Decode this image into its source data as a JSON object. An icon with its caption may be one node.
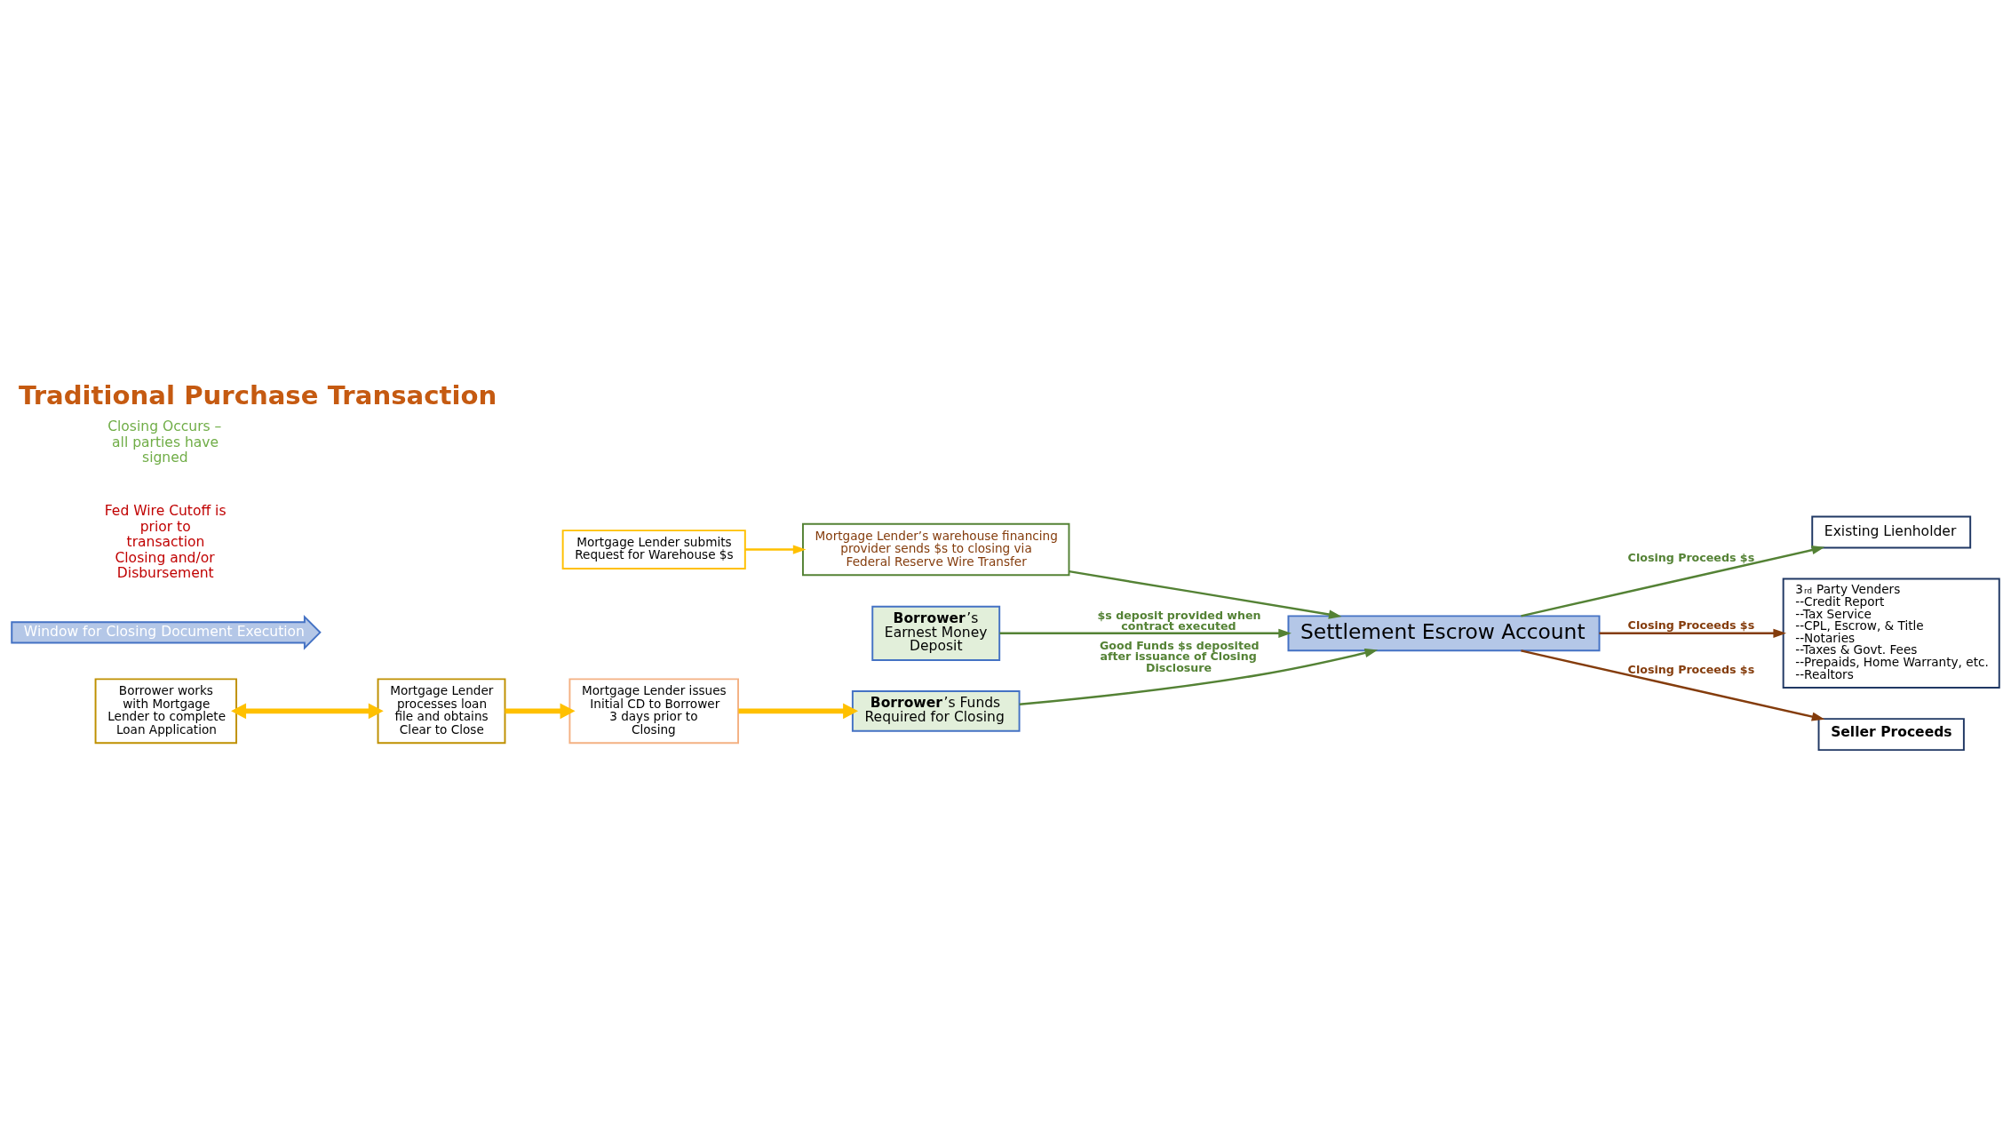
{
  "diagram": {
    "title": "Traditional Purchase Transaction",
    "nodes": [
      {
        "text": [
          "Mortgage Lender submits Request for Warehouse $s"
        ]
      },
      {
        "text": [
          "Mortgage Lender’s warehouse financing provider sends $s to closing via Federal Reserve Wire Transfer"
        ]
      },
      {
        "text": [
          "**Borrower**’s Earnest Money Deposit"
        ]
      },
      {
        "text": [
          "Settlement Escrow Account"
        ]
      },
      {
        "text": [
          "Existing Lienholder"
        ]
      },
      {
        "text": [
          "Borrower works with Mortgage Lender to complete Loan Application"
        ]
      },
      {
        "text": [
          "**Borrower**’s Funds Required for Closing"
        ]
      },
      {
        "text": [
          "3$^{rd}$ Party Venders",
          "--Credit Report",
          "--Tax Service",
          "--CPL, Escrow, & Title",
          "--Notaries",
          "--Taxes & Govt. Fees",
          "--Prepaids, Home Warranty, etc.",
          "--Realtors"
        ]
      },
      {
        "text": [
          "Mortgage Lender processes loan file and obtains Clear to Close"
        ]
      },
      {
        "text": [
          "Mortgage Lender issues Initial CD to Borrower 3 days prior to Closing"
        ]
      },
      {
        "text": [
          "Seller Proceeds"
        ]
      },
      {
        "text": [
          "Window for Closing Document Execution"
        ]
      }
    ],
    "edges": [
      {
        "from": 0,
        "to": 1,
        "arrow": "to",
        "color": "#ffc000"
      },
      {
        "from": 1,
        "to": 3,
        "arrow": "to",
        "color": "#548235"
      },
      {
        "from": 2,
        "to": 3,
        "arrow": "to",
        "label": "$s deposit provided when contract executed",
        "color": "#548235"
      },
      {
        "from": 6,
        "to": 3,
        "arrow": "to",
        "label": "Good Funds $s deposited after issuance of Closing Disclosure",
        "color": "#548235"
      },
      {
        "from": 3,
        "to": 4,
        "arrow": "to",
        "label": "Closing Proceeds $s",
        "color": "#548235"
      },
      {
        "from": 3,
        "to": 7,
        "arrow": "to",
        "label": "Closing Proceeds $s",
        "color": "#843c0c"
      },
      {
        "from": 3,
        "to": 10,
        "arrow": "to",
        "label": "Closing Proceeds $s",
        "color": "#843c0c"
      },
      {
        "from": 5,
        "to": 8,
        "arrow": "both",
        "style": "thick",
        "color": "#ffc000"
      },
      {
        "from": 8,
        "to": 9,
        "arrow": "to",
        "style": "thick",
        "color": "#ffc000"
      },
      {
        "from": 9,
        "to": 6,
        "arrow": "to",
        "style": "thick",
        "color": "#ffc000"
      }
    ],
    "labels": [
      "Fed Wire Cutoff is prior to transaction Closing and/or Disbursement",
      "Closing Occurs – all parties have signed"
    ]
  }
}
